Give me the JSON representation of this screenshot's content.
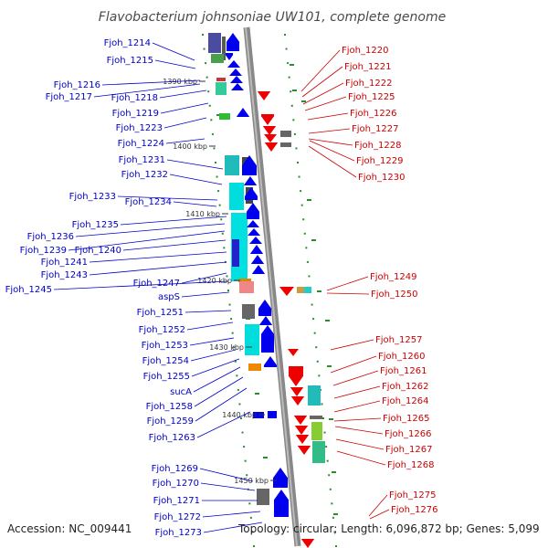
{
  "title": "Flavobacterium johnsoniae UW101, complete genome",
  "footer": {
    "accession": "Accession: NC_009441",
    "topology": "Topology: circular; Length: 6,096,872 bp; Genes: 5,099"
  },
  "colors": {
    "forward_gene": "#0000ee",
    "reverse_gene": "#ee0000",
    "left_label": "#0000c8",
    "right_label": "#cc0000",
    "backbone": "#888888"
  },
  "ticks": [
    "1390 kbp",
    "1400 kbp",
    "1410 kbp",
    "1420 kbp",
    "1430 kbp",
    "1440 kbp",
    "1450 kbp"
  ],
  "left_labels": [
    "Fjoh_1214",
    "Fjoh_1215",
    "Fjoh_1216",
    "Fjoh_1217",
    "Fjoh_1218",
    "Fjoh_1219",
    "Fjoh_1223",
    "Fjoh_1224",
    "Fjoh_1231",
    "Fjoh_1232",
    "Fjoh_1233",
    "Fjoh_1234",
    "Fjoh_1235",
    "Fjoh_1236",
    "Fjoh_1239",
    "Fjoh_1240",
    "Fjoh_1241",
    "Fjoh_1243",
    "Fjoh_1247",
    "Fjoh_1245",
    "aspS",
    "Fjoh_1251",
    "Fjoh_1252",
    "Fjoh_1253",
    "Fjoh_1254",
    "Fjoh_1255",
    "sucA",
    "Fjoh_1258",
    "Fjoh_1259",
    "Fjoh_1263",
    "Fjoh_1269",
    "Fjoh_1270",
    "Fjoh_1271",
    "Fjoh_1272",
    "Fjoh_1273"
  ],
  "right_labels": [
    "Fjoh_1220",
    "Fjoh_1221",
    "Fjoh_1222",
    "Fjoh_1225",
    "Fjoh_1226",
    "Fjoh_1227",
    "Fjoh_1228",
    "Fjoh_1229",
    "Fjoh_1230",
    "Fjoh_1249",
    "Fjoh_1250",
    "Fjoh_1257",
    "Fjoh_1260",
    "Fjoh_1261",
    "Fjoh_1262",
    "Fjoh_1264",
    "Fjoh_1265",
    "Fjoh_1266",
    "Fjoh_1267",
    "Fjoh_1268",
    "Fjoh_1275",
    "Fjoh_1276"
  ]
}
